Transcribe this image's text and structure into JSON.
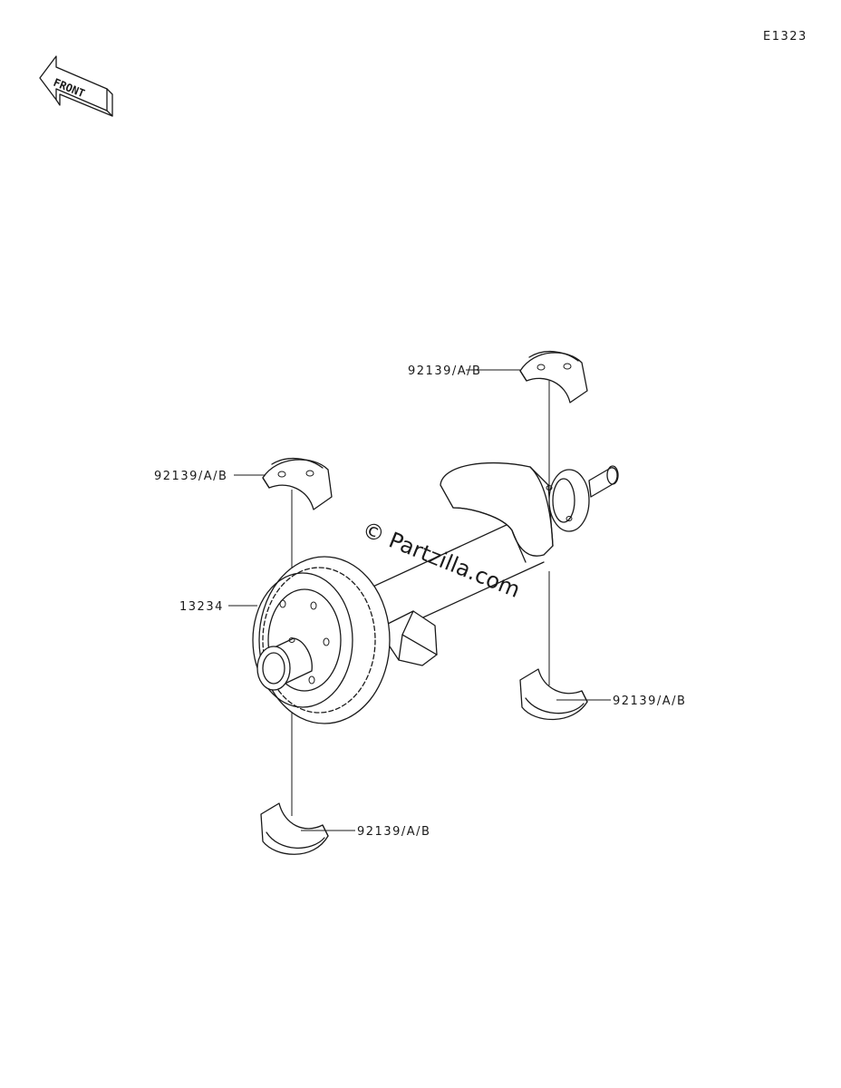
{
  "diagram_id": "E1323",
  "front_label": "FRONT",
  "watermark": "© Partzilla.com",
  "callouts": {
    "bearing_top_right": "92139/A/B",
    "bearing_top_left": "92139/A/B",
    "gear": "13234",
    "bearing_bottom_right": "92139/A/B",
    "bearing_bottom_left": "92139/A/B"
  }
}
